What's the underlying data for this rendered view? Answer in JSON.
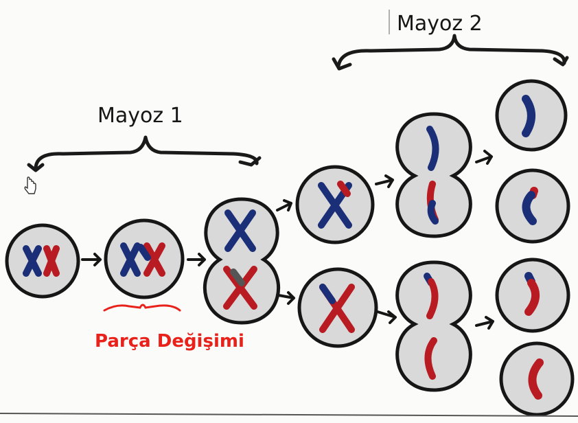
{
  "labels": {
    "meiosis2": "Mayoz 2",
    "meiosis1": "Mayoz 1",
    "crossing_over": "Parça Değişimi"
  },
  "colors": {
    "outline": "#161616",
    "cell_fill": "#d9d9d9",
    "chromosome_blue": "#1b2f78",
    "chromosome_red": "#b81c22",
    "annotation_red": "#e8221b"
  },
  "icons": [
    "hand-cursor-icon"
  ]
}
